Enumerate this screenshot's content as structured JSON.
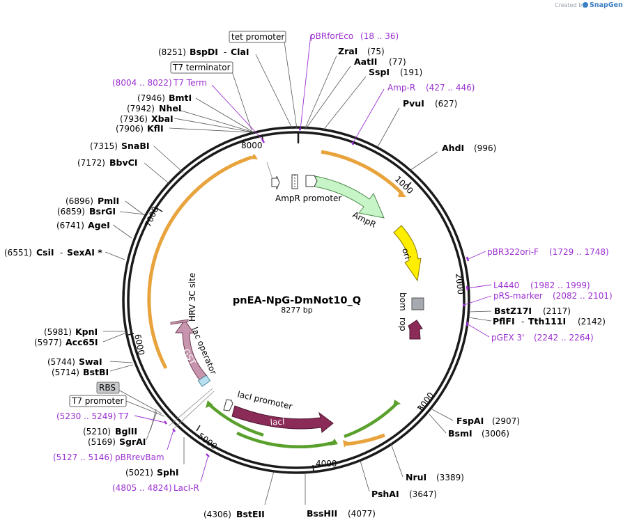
{
  "credit": {
    "created_by": "Created by",
    "brand": "SnapGene"
  },
  "plasmid": {
    "name": "pnEA-NpG-DmNot10_Q",
    "size_label": "8277 bp"
  },
  "ring_ticks": [
    "1000",
    "2000",
    "3000",
    "4000",
    "5000",
    "6000",
    "7000",
    "8000"
  ],
  "boxed_labels": [
    {
      "id": "tet-promoter",
      "text": "tet promoter"
    },
    {
      "id": "t7-terminator",
      "text": "T7 terminator"
    },
    {
      "id": "rbs",
      "text": "RBS"
    },
    {
      "id": "t7-promoter",
      "text": "T7 promoter"
    }
  ],
  "sites": [
    {
      "id": "zrai",
      "name": "ZraI",
      "pos": "(75)"
    },
    {
      "id": "aatii",
      "name": "AatII",
      "pos": "(77)"
    },
    {
      "id": "sspi",
      "name": "SspI",
      "pos": "(191)"
    },
    {
      "id": "pvui",
      "name": "PvuI",
      "pos": "(627)"
    },
    {
      "id": "ahdi",
      "name": "AhdI",
      "pos": "(996)"
    },
    {
      "id": "bstz17i",
      "name": "BstZ17I",
      "pos": "(2117)"
    },
    {
      "id": "pflfi",
      "name": "PflFI",
      "name2": "Tth111I",
      "pos": "(2142)"
    },
    {
      "id": "fspai",
      "name": "FspAI",
      "pos": "(2907)"
    },
    {
      "id": "bsmi",
      "name": "BsmI",
      "pos": "(3006)"
    },
    {
      "id": "nrui",
      "name": "NruI",
      "pos": "(3389)"
    },
    {
      "id": "pshai",
      "name": "PshAI",
      "pos": "(3647)"
    },
    {
      "id": "bsshii",
      "name": "BssHII",
      "pos": "(4077)"
    },
    {
      "id": "bsteii",
      "name": "BstEII",
      "pos": "(4306)"
    },
    {
      "id": "sphi",
      "name": "SphI",
      "pos": "(5021)"
    },
    {
      "id": "sgrai",
      "name": "SgrAI",
      "pos": "(5169)"
    },
    {
      "id": "bglii",
      "name": "BglII",
      "pos": "(5210)"
    },
    {
      "id": "bstbi",
      "name": "BstBI",
      "pos": "(5714)"
    },
    {
      "id": "swai",
      "name": "SwaI",
      "pos": "(5744)"
    },
    {
      "id": "acc65i",
      "name": "Acc65I",
      "pos": "(5977)"
    },
    {
      "id": "kpni",
      "name": "KpnI",
      "pos": "(5981)"
    },
    {
      "id": "csii",
      "name": "CsiI",
      "name2": "SexAI *",
      "pos": "(6551)"
    },
    {
      "id": "agei",
      "name": "AgeI",
      "pos": "(6741)"
    },
    {
      "id": "bsrgi",
      "name": "BsrGI",
      "pos": "(6859)"
    },
    {
      "id": "pmli",
      "name": "PmlI",
      "pos": "(6896)"
    },
    {
      "id": "bbvci",
      "name": "BbvCI",
      "pos": "(7172)"
    },
    {
      "id": "snabi",
      "name": "SnaBI",
      "pos": "(7315)"
    },
    {
      "id": "kfli",
      "name": "KflI",
      "pos": "(7906)"
    },
    {
      "id": "xbai",
      "name": "XbaI",
      "pos": "(7936)"
    },
    {
      "id": "nhei",
      "name": "NheI",
      "pos": "(7942)"
    },
    {
      "id": "bmti",
      "name": "BmtI",
      "pos": "(7946)"
    },
    {
      "id": "bspdi",
      "name": "BspDI",
      "name2": "ClaI",
      "pos": "(8251)"
    }
  ],
  "primers": [
    {
      "id": "pbrforeco",
      "name": "pBRforEco",
      "range": "(18 .. 36)"
    },
    {
      "id": "amp-r",
      "name": "Amp-R",
      "range": "(427 .. 446)"
    },
    {
      "id": "pbr322ori-f",
      "name": "pBR322ori-F",
      "range": "(1729 .. 1748)"
    },
    {
      "id": "l4440",
      "name": "L4440",
      "range": "(1982 .. 1999)"
    },
    {
      "id": "prs-marker",
      "name": "pRS-marker",
      "range": "(2082 .. 2101)"
    },
    {
      "id": "pgex3",
      "name": "pGEX 3'",
      "range": "(2242 .. 2264)"
    },
    {
      "id": "laci-r",
      "name": "LacI-R",
      "range": "(4805 .. 4824)"
    },
    {
      "id": "pbrrevbam",
      "name": "pBRrevBam",
      "range": "(5127 .. 5146)"
    },
    {
      "id": "t7",
      "name": "T7",
      "range": "(5230 .. 5249)"
    },
    {
      "id": "t7term",
      "name": "T7 Term",
      "range": "(8004 .. 8022)"
    }
  ],
  "features": [
    {
      "id": "ampr-promoter",
      "label": "AmpR promoter"
    },
    {
      "id": "ampr",
      "label": "AmpR"
    },
    {
      "id": "ori",
      "label": "ori"
    },
    {
      "id": "bom",
      "label": "bom"
    },
    {
      "id": "rop",
      "label": "rop"
    },
    {
      "id": "laci-promoter",
      "label": "lacI promoter"
    },
    {
      "id": "laci",
      "label": "lacI"
    },
    {
      "id": "gst",
      "label": "GST"
    },
    {
      "id": "lac-operator",
      "label": "lac operator"
    },
    {
      "id": "hrv-3c-site",
      "label": "HRV 3C site"
    }
  ],
  "colors": {
    "backbone": "#1a1a1a",
    "primer": "#9b2fd1",
    "ampr": "#c8f5c8",
    "ori": "#ffee00",
    "laci": "#8b2b57",
    "gst": "#c795ad",
    "orf": "#e8a33c",
    "orf_green": "#5aa02c",
    "bom": "#a6aab0"
  }
}
